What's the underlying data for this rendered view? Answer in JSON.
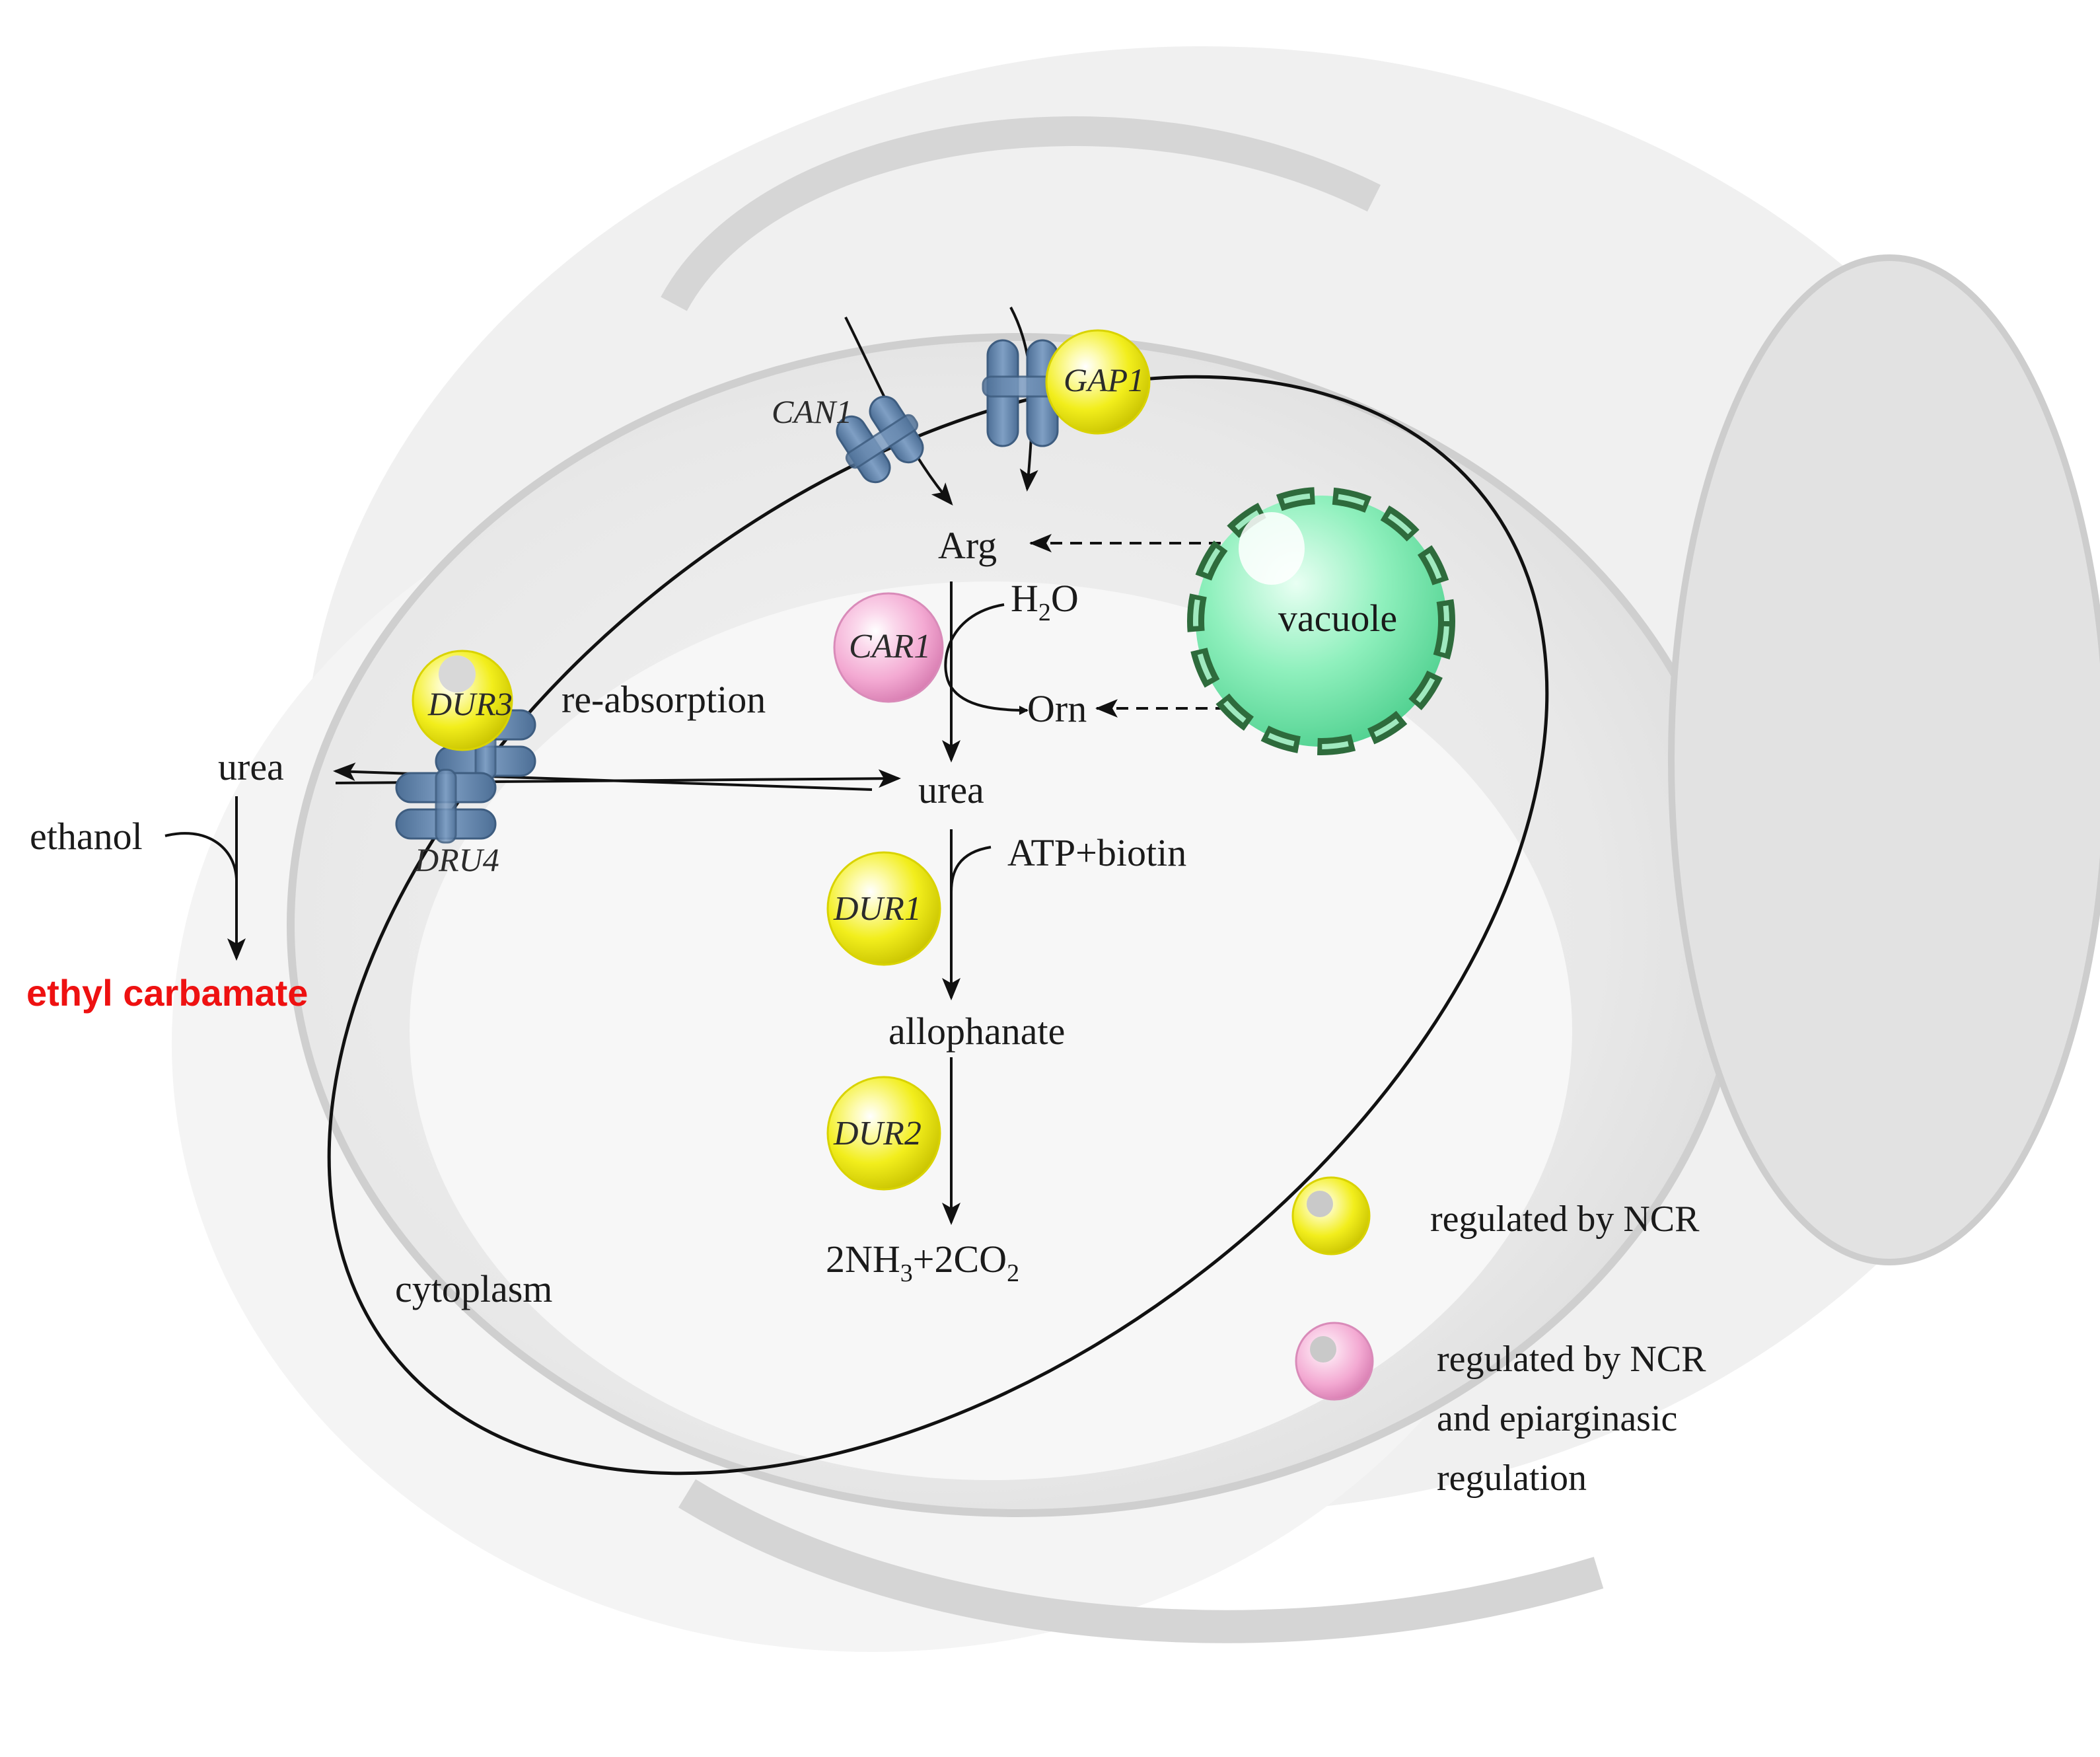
{
  "metabolites": {
    "arg": "Arg",
    "h2o_main": "H",
    "h2o_sub": "2",
    "h2o_end": "O",
    "orn": "Orn",
    "urea_inside": "urea",
    "atp_biotin": "ATP+biotin",
    "allophanate": "allophanate",
    "prod_a": "2NH",
    "prod_sub1": "3",
    "prod_b": "+2CO",
    "prod_sub2": "2",
    "urea_outside": "urea",
    "ethanol": "ethanol",
    "ethyl_carbamate": "ethyl carbamate"
  },
  "genes": {
    "can1": "CAN1",
    "gap1": "GAP1",
    "car1": "CAR1",
    "dur3": "DUR3",
    "dru4": "DRU4",
    "dur1": "DUR1",
    "dur2": "DUR2"
  },
  "labels": {
    "vacuole": "vacuole",
    "reabsorption": "re-absorption",
    "cytoplasm": "cytoplasm"
  },
  "legend": {
    "ncr": "regulated by NCR",
    "ncr_epi_line1": "regulated by NCR",
    "ncr_epi_line2": "and epiarginasic",
    "ncr_epi_line3": "regulation"
  },
  "colors": {
    "ncr_gene": "#f2ee1c",
    "epi_gene": "#f3a9d2",
    "transporter": "#6f8fb3",
    "vacuole": "#7fe8b0",
    "vacuole_border": "#2e6b3c",
    "ethyl_carbamate": "#ee1111"
  }
}
